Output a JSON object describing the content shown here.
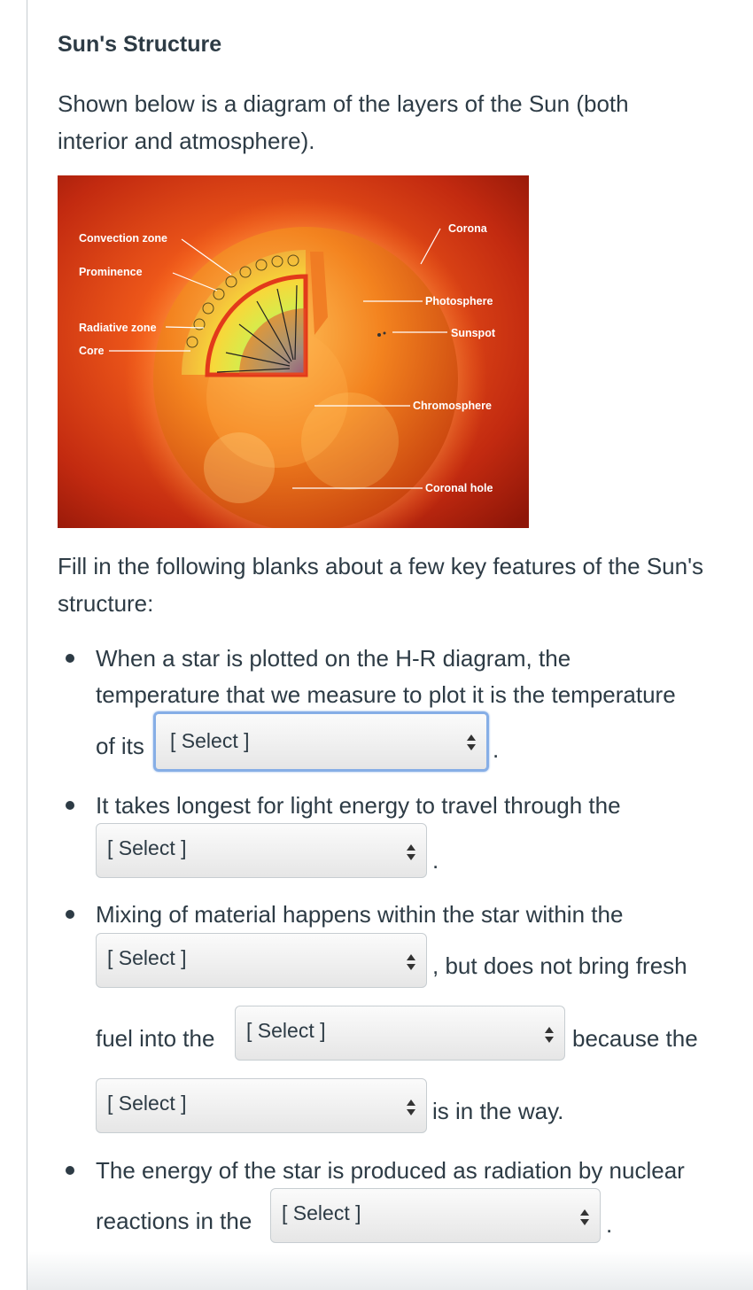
{
  "title": "Sun's Structure",
  "intro": "Shown below is a diagram of the layers of the Sun (both interior and atmosphere).",
  "figure": {
    "labels": {
      "convection_zone": "Convection zone",
      "prominence": "Prominence",
      "radiative_zone": "Radiative zone",
      "core": "Core",
      "corona": "Corona",
      "photosphere": "Photosphere",
      "sunspot": "Sunspot",
      "chromosphere": "Chromosphere",
      "coronal_hole": "Coronal hole"
    }
  },
  "fill_intro": "Fill in the following blanks about a few key features of the Sun's structure:",
  "select_placeholder": "[ Select ]",
  "questions": {
    "q1": {
      "line1": "When a star is plotted on the H-R diagram, the",
      "line2": "temperature that we measure to plot it is the temperature",
      "pre": "of its",
      "post": "."
    },
    "q2": {
      "line1": "It takes longest for light energy to travel through the",
      "post": "."
    },
    "q3": {
      "line1": "Mixing of material happens within the star within the",
      "post1": ", but does not bring fresh",
      "pre2": "fuel into the",
      "post2": "because the",
      "post3": "is in the way."
    },
    "q4": {
      "line1": "The energy of the star is produced as radiation by nuclear",
      "pre": "reactions in the",
      "post": "."
    }
  }
}
